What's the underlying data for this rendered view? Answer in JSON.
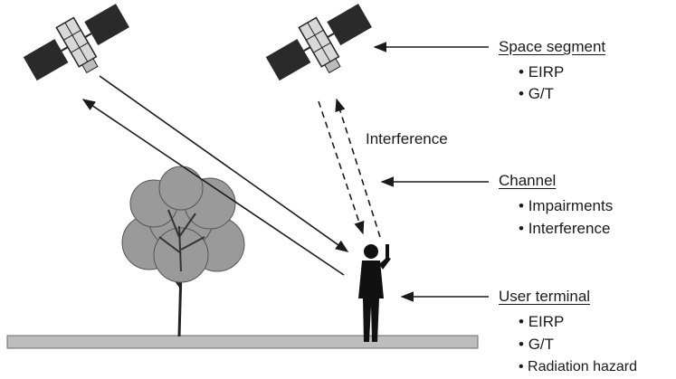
{
  "interference_label": "Interference",
  "space_segment": {
    "title": "Space segment",
    "items": [
      "EIRP",
      "G/T"
    ]
  },
  "channel": {
    "title": "Channel",
    "items": [
      "Impairments",
      "Interference"
    ]
  },
  "user_terminal": {
    "title": "User terminal",
    "items": [
      "EIRP",
      "G/T",
      "Radiation hazard"
    ]
  },
  "colors": {
    "ink": "#1a1a1a",
    "ground": "#bdbdbd",
    "tree_foliage": "#9a9a9a",
    "satellite_panel": "#2a2a2a",
    "satellite_body": "#d8d8d8"
  }
}
